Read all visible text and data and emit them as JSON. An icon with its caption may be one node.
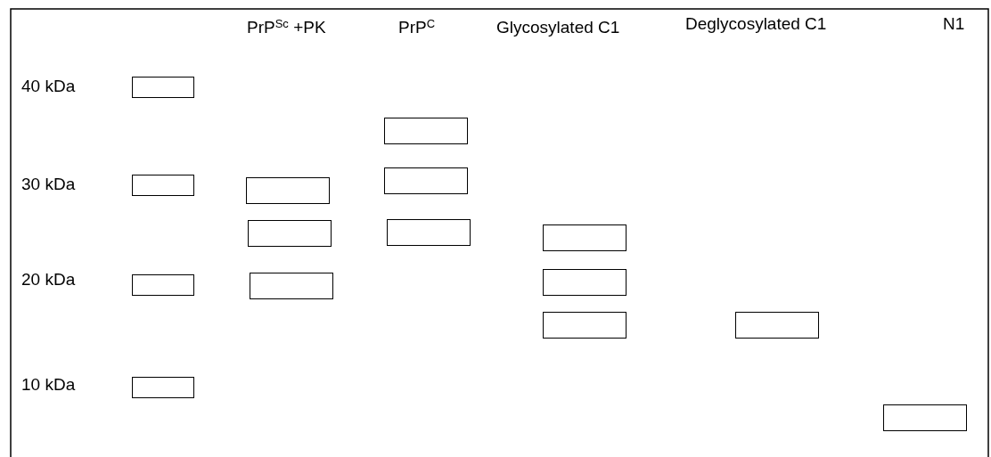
{
  "diagram": {
    "nodes": [
      {
        "text": [],
        "shape": "box"
      },
      {
        "text": [],
        "shape": "box"
      },
      {
        "text": [],
        "shape": "box"
      },
      {
        "text": [],
        "shape": "box"
      },
      {
        "text": [],
        "shape": "box"
      },
      {
        "text": [],
        "shape": "box"
      },
      {
        "text": [],
        "shape": "box"
      },
      {
        "text": [],
        "shape": "box"
      },
      {
        "text": [],
        "shape": "box"
      },
      {
        "text": [],
        "shape": "box"
      },
      {
        "text": [],
        "shape": "box"
      },
      {
        "text": [],
        "shape": "box"
      },
      {
        "text": [],
        "shape": "box"
      },
      {
        "text": [],
        "shape": "box"
      },
      {
        "text": [],
        "shape": "box"
      }
    ],
    "labels": [
      "PrP$^{Sc}$ +PK",
      "PrP$^{C}$",
      "Glycosylated C1",
      "Deglycosylated C1",
      "N1",
      "40 kDa",
      "30 kDa",
      "20 kDa",
      "10 kDa"
    ]
  }
}
